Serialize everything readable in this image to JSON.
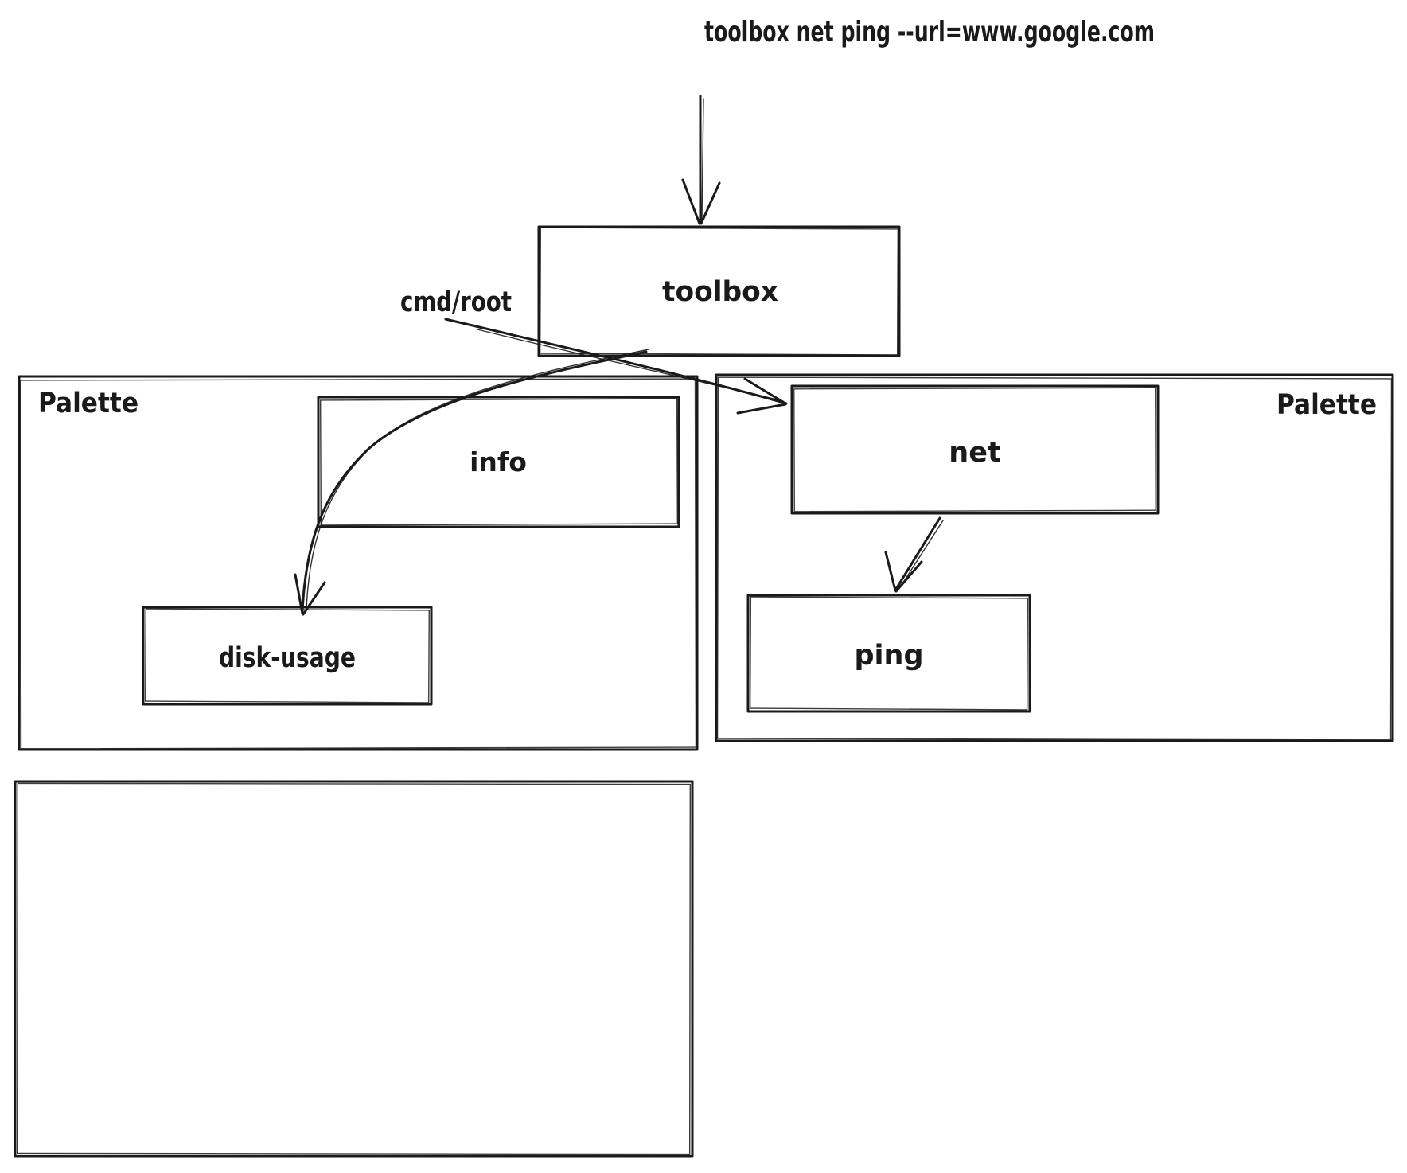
{
  "canvas": {
    "background": "#ffffff",
    "stroke_color": "#1a1a1a"
  },
  "title": "toolbox net ping --url=www.google.com",
  "nodes": {
    "toolbox": "toolbox",
    "info": "info",
    "disk_usage": "disk-usage",
    "net": "net",
    "ping": "ping"
  },
  "labels": {
    "cmd_root": "cmd/root",
    "palette_left": "Palette",
    "palette_right": "Palette"
  },
  "edges": [
    {
      "from": "command-title",
      "to": "toolbox",
      "style": "arrow-down"
    },
    {
      "from": "cmd/root",
      "to": "net",
      "style": "straight-arrow"
    },
    {
      "from": "toolbox",
      "to": "disk-usage",
      "style": "curved-arrow"
    },
    {
      "from": "net",
      "to": "ping",
      "style": "straight-arrow"
    }
  ]
}
